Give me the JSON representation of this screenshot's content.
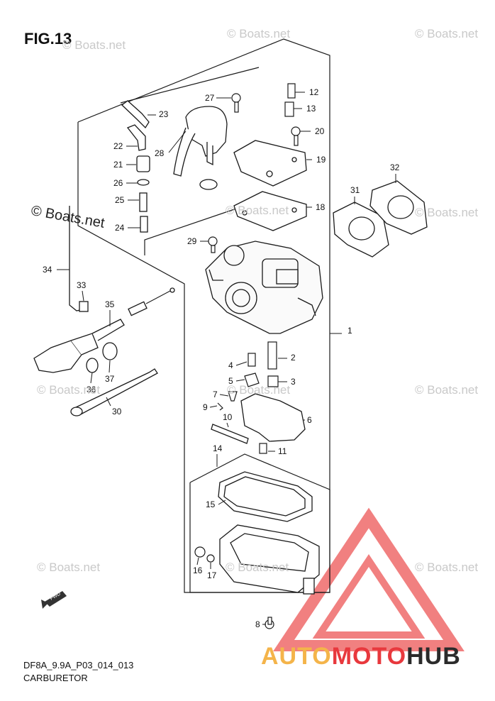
{
  "figure_title": "FIG.13",
  "watermark_text": "© Boats.net",
  "footer": {
    "code": "DF8A_9.9A_P03_014_013",
    "name": "CARBURETOR"
  },
  "fwd_label": "FWD",
  "brand": {
    "part1": "AUTO",
    "part2": "MOTO",
    "part3": "HUB",
    "color1": "#f4b44a",
    "color2": "#e8383d",
    "color3": "#2b2b2b"
  },
  "part_numbers": [
    "1",
    "2",
    "3",
    "4",
    "5",
    "6",
    "7",
    "8",
    "9",
    "10",
    "11",
    "12",
    "13",
    "14",
    "15",
    "16",
    "17",
    "18",
    "19",
    "20",
    "21",
    "22",
    "23",
    "24",
    "25",
    "26",
    "27",
    "28",
    "29",
    "30",
    "31",
    "32",
    "33",
    "34",
    "35",
    "36",
    "37"
  ],
  "colors": {
    "line": "#1a1a1a",
    "watermark": "#c9c9c9",
    "logo_red": "#ef6a6a"
  }
}
